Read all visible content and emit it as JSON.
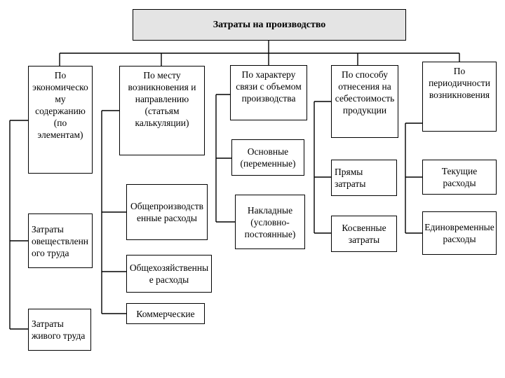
{
  "title": "Затраты на производство",
  "categories": [
    "По\nэкономическо\nму\nсодержанию\n(по\nэлементам)",
    "По месту\nвозникновения и\nнаправлению\n(статьям\nкалькуляции)",
    "По характеру\nсвязи с объемом\nпроизводства",
    "По способу\nотнесения на\nсебестоимость\nпродукции",
    "По\nпериодичности\nвозникновения"
  ],
  "economic_items": [
    "Затраты\nовеществленн\nого труда",
    "Затраты\nживого труда"
  ],
  "place_items": [
    "Общепроизводств\nенные расходы",
    "Общехозяйственны\nе расходы",
    "Коммерческие"
  ],
  "volume_items": [
    "Основные\n(переменные)",
    "Накладные\n(условно-\nпостоянные)"
  ],
  "method_items": [
    "Прямы\nзатраты",
    "Косвенные\nзатраты"
  ],
  "period_items": [
    "Текущие\nрасходы",
    "Единовременные\nрасходы"
  ]
}
